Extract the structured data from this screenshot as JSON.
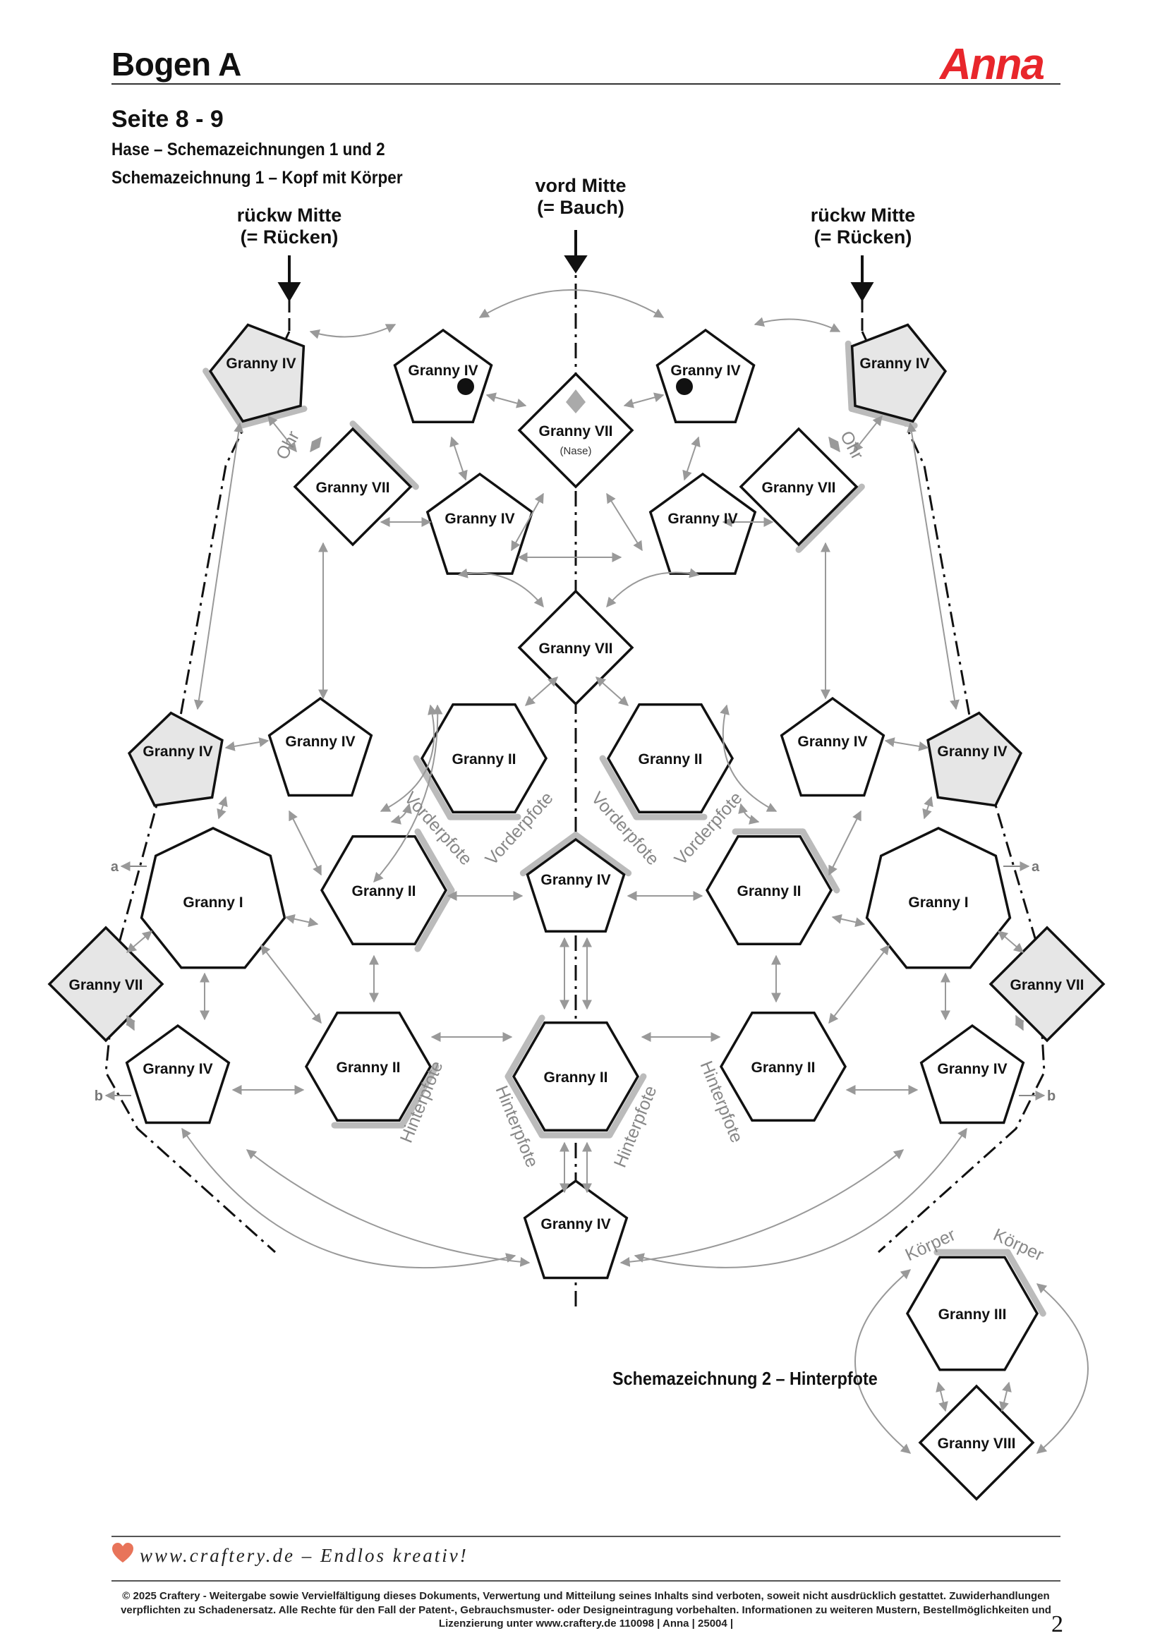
{
  "header": {
    "title": "Bogen A",
    "brand": "Anna"
  },
  "section": {
    "page": "Seite 8 - 9",
    "subtitle": "Hase – Schemazeichnungen 1 und 2",
    "scheme1": "Schemazeichnung 1 – Kopf mit Körper",
    "scheme2": "Schemazeichnung 2 – Hinterpfote"
  },
  "labels": {
    "front_center": [
      "vord Mitte",
      "(= Bauch)"
    ],
    "back_center": [
      "rückw Mitte",
      "(= Rücken)"
    ],
    "nose": "(Nase)",
    "ear": "Ohr",
    "front_paw": "Vorderpfote",
    "hind_paw": "Hinterpfote",
    "body": "Körper",
    "a": "a",
    "b": "b"
  },
  "motifs": {
    "I": "Granny I",
    "II": "Granny II",
    "III": "Granny III",
    "IV": "Granny IV",
    "VII": "Granny VII",
    "VIII": "Granny VIII"
  },
  "footer": {
    "site": "www.craftery.de – Endlos kreativ!",
    "copyright": "© 2025 Craftery - Weitergabe sowie Vervielfältigung dieses Dokuments, Verwertung und Mitteilung seines Inhalts sind verboten, soweit nicht ausdrücklich gestattet. Zuwiderhandlungen verpflichten zu Schadenersatz. Alle Rechte für den Fall der Patent-, Gebrauchsmuster- oder Designeintragung vorbehalten. Informationen zu weiteren Mustern, Bestellmöglichkeiten und Lizenzierung unter www.craftery.de  110098 | Anna | 25004 |",
    "page_number": "2"
  },
  "colors": {
    "brand": "#e8262b",
    "heart": "#e8745a",
    "shade": "#bbbbbb",
    "fill_gray": "#e6e6e6",
    "arrow": "#999999"
  }
}
